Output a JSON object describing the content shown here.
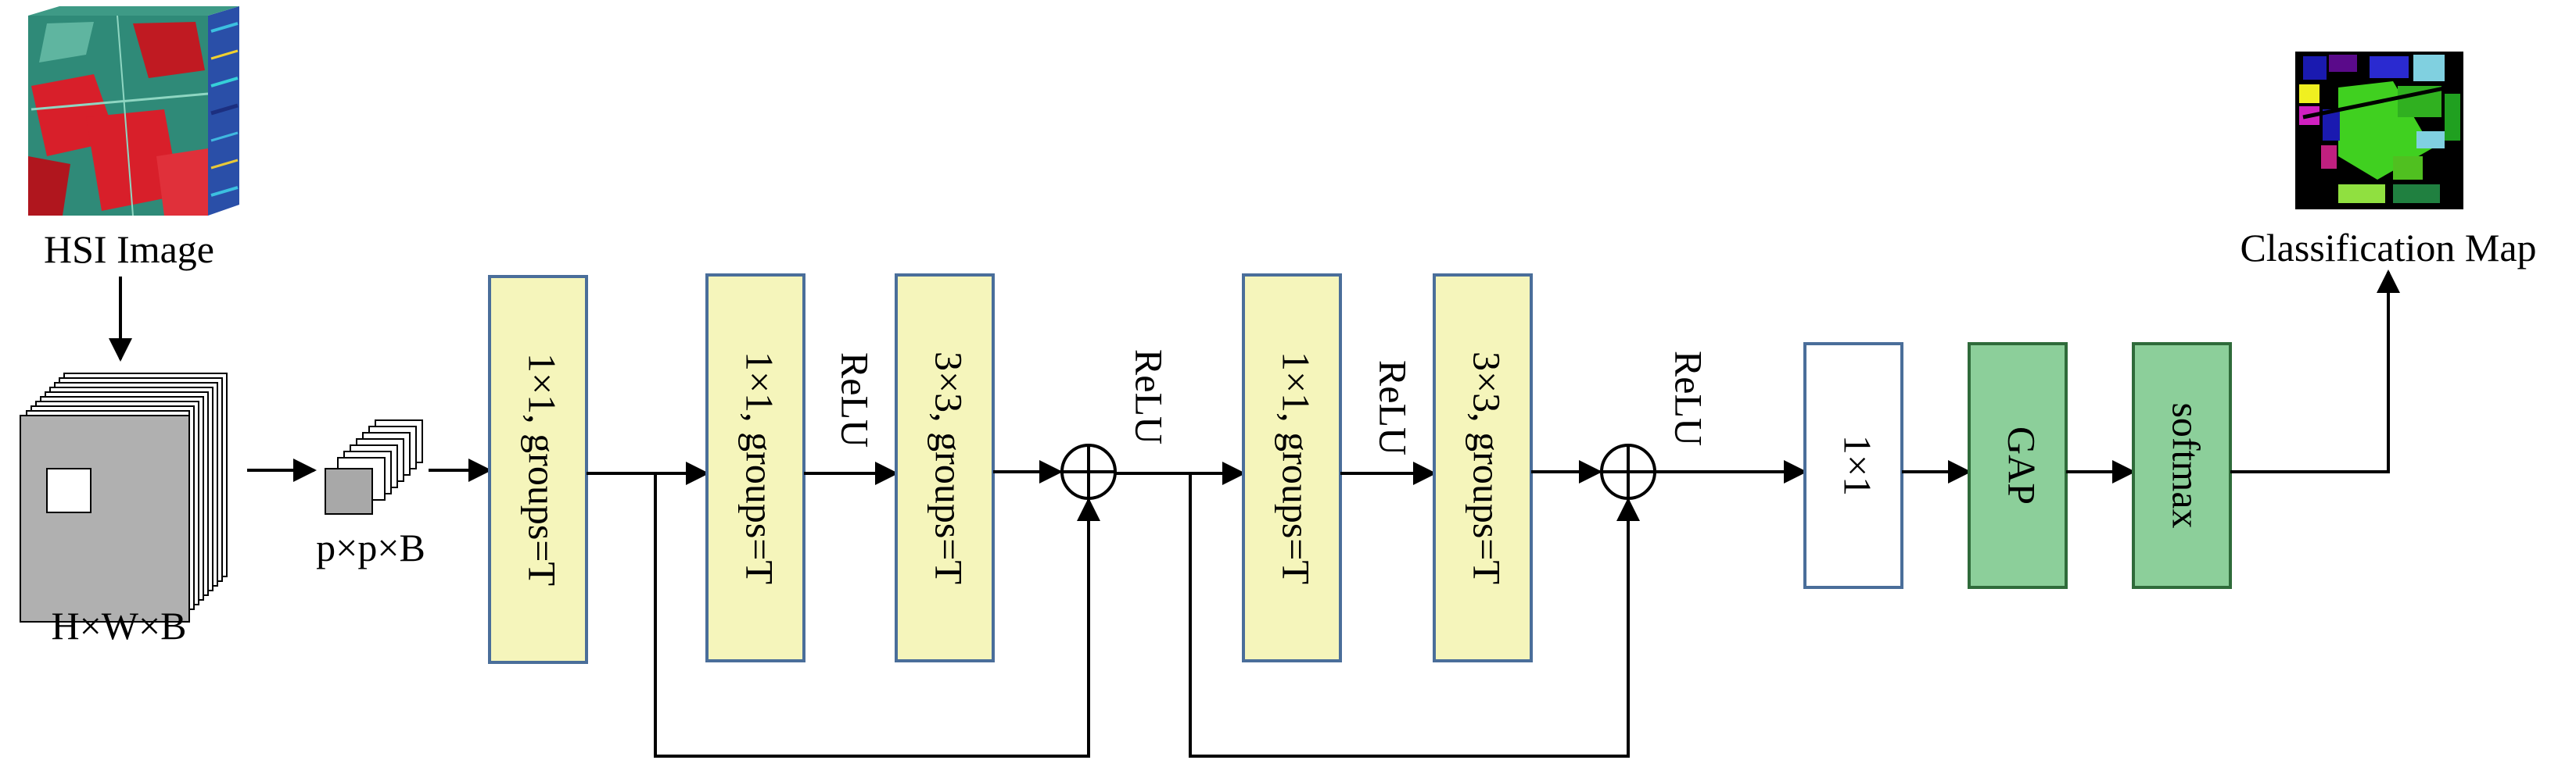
{
  "labels": {
    "hsi_image": "HSI Image",
    "hwb": "H×W×B",
    "ppb": "p×p×B",
    "classification_map": "Classification Map"
  },
  "blocks": {
    "b1": "1×1,  groups=T",
    "b2": "1×1,  groups=T",
    "b3": "3×3,  groups=T",
    "b4": "1×1,  groups=T",
    "b5": "3×3,  groups=T",
    "b6": "1×1",
    "b7": "GAP",
    "b8": "softmax"
  },
  "relu": {
    "r1": "ReLU",
    "r2": "ReLU",
    "r3": "ReLU",
    "r4": "ReLU"
  },
  "colors": {
    "yellow_fill": "#f5f5bb",
    "blue_border": "#4a6e9a",
    "green_fill": "#8ccf9a",
    "green_border": "#2f6b3a",
    "hsi_red": "#d81f2a",
    "hsi_teal": "#2f8a78",
    "map_bg": "#000000"
  }
}
